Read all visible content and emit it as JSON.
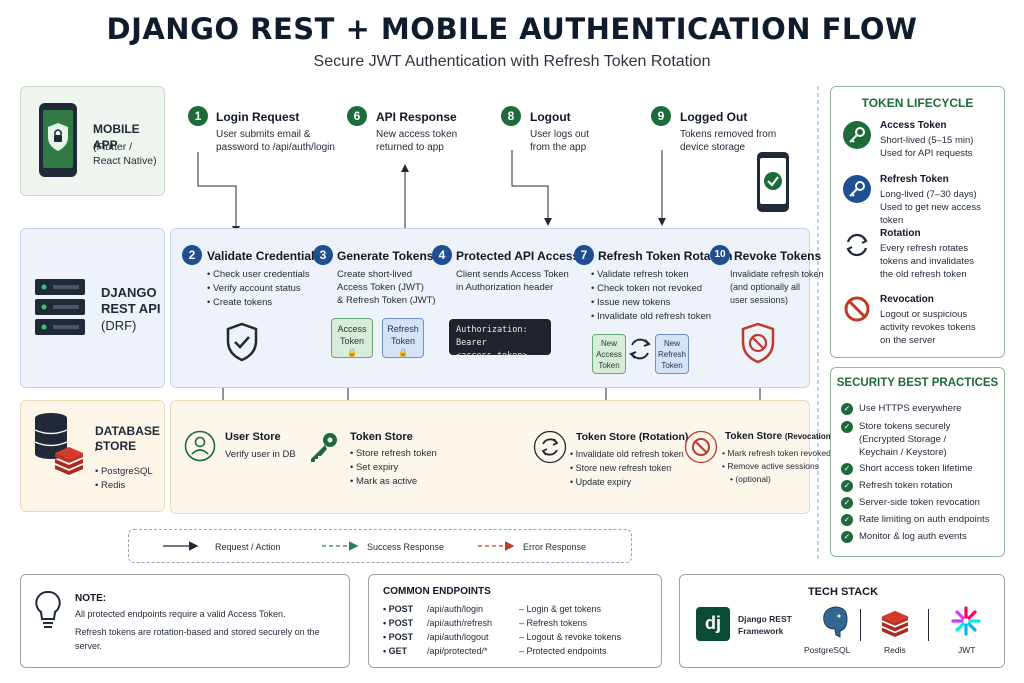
{
  "title": "DJANGO REST + MOBILE AUTHENTICATION FLOW",
  "subtitle": "Secure JWT Authentication with Refresh Token Rotation",
  "lanes": {
    "app": {
      "line1": "MOBILE APP",
      "line2": "(Flutter /",
      "line3": "React Native)"
    },
    "api": {
      "line1": "DJANGO",
      "line2": "REST API",
      "line3": "(DRF)"
    },
    "db": {
      "line1": "DATABASE /",
      "line2": "STORE",
      "items": [
        "PostgreSQL",
        "Redis"
      ]
    }
  },
  "app_steps": [
    {
      "num": "1",
      "title": "Login Request",
      "desc1": "User submits email &",
      "desc2": "password to /api/auth/login"
    },
    {
      "num": "6",
      "title": "API Response",
      "desc1": "New access token",
      "desc2": "returned to app"
    },
    {
      "num": "8",
      "title": "Logout",
      "desc1": "User logs out",
      "desc2": "from the app"
    },
    {
      "num": "9",
      "title": "Logged Out",
      "desc1": "Tokens removed from",
      "desc2": "device storage"
    }
  ],
  "api_steps": [
    {
      "num": "2",
      "title": "Validate Credentials",
      "items": [
        "Check user credentials",
        "Verify account status",
        "Create tokens"
      ]
    },
    {
      "num": "3",
      "title": "Generate Tokens",
      "desc": [
        "Create short-lived",
        "Access Token (JWT)",
        "& Refresh Token (JWT)"
      ],
      "access_box": [
        "Access",
        "Token"
      ],
      "refresh_box": [
        "Refresh",
        "Token"
      ]
    },
    {
      "num": "4",
      "title": "Protected API Access",
      "desc": [
        "Client sends Access Token",
        "in Authorization header"
      ],
      "code1": "Authorization:",
      "code2": "Bearer <access_token>"
    },
    {
      "num": "7",
      "title": "Refresh Token Rotation",
      "items": [
        "Validate refresh token",
        "Check token not revoked",
        "Issue new tokens",
        "Invalidate old refresh token"
      ],
      "new_access": [
        "New",
        "Access",
        "Token"
      ],
      "new_refresh": [
        "New",
        "Refresh",
        "Token"
      ]
    },
    {
      "num": "10",
      "title": "Revoke Tokens",
      "desc": [
        "Invalidate refresh token",
        "(and optionally all",
        "user sessions)"
      ]
    }
  ],
  "db_stores": [
    {
      "title": "User Store",
      "desc": "Verify user in DB"
    },
    {
      "title": "Token Store",
      "items": [
        "Store refresh token",
        "Set expiry",
        "Mark as active"
      ]
    },
    {
      "title": "Token Store (Rotation)",
      "items": [
        "Invalidate old refresh token",
        "Store new refresh token",
        "Update expiry"
      ]
    },
    {
      "title": "Token Store",
      "title_suffix": "(Revocation)",
      "items": [
        "Mark refresh token revoked",
        "Remove active sessions",
        "(optional)"
      ]
    }
  ],
  "lifecycle": {
    "heading": "TOKEN LIFECYCLE",
    "items": [
      {
        "title": "Access Token",
        "lines": [
          "Short-lived (5–15 min)",
          "Used for API requests"
        ],
        "icon": "key-icon"
      },
      {
        "title": "Refresh Token",
        "lines": [
          "Long-lived (7–30 days)",
          "Used to get new access token"
        ],
        "icon": "key-icon"
      },
      {
        "title": "Rotation",
        "lines": [
          "Every refresh rotates",
          "tokens and invalidates",
          "the old refresh token"
        ],
        "icon": "rotate-icon"
      },
      {
        "title": "Revocation",
        "lines": [
          "Logout or suspicious",
          "activity revokes tokens",
          "on the server"
        ],
        "icon": "ban-icon"
      }
    ]
  },
  "best_practices": {
    "heading": "SECURITY BEST PRACTICES",
    "items": [
      [
        "Use HTTPS everywhere"
      ],
      [
        "Store tokens securely",
        "(Encrypted Storage /",
        "Keychain / Keystore)"
      ],
      [
        "Short access token lifetime"
      ],
      [
        "Refresh token rotation"
      ],
      [
        "Server-side token revocation"
      ],
      [
        "Rate limiting on auth endpoints"
      ],
      [
        "Monitor & log auth events"
      ]
    ]
  },
  "legend": {
    "request": "Request / Action",
    "success": "Success Response",
    "error": "Error Response"
  },
  "note": {
    "heading": "NOTE:",
    "line1": "All protected endpoints require a valid Access Token.",
    "line2": "Refresh tokens are rotation-based and stored securely on the server."
  },
  "endpoints": {
    "heading": "COMMON ENDPOINTS",
    "rows": [
      {
        "method": "POST",
        "path": "/api/auth/login",
        "desc": "– Login & get tokens"
      },
      {
        "method": "POST",
        "path": "/api/auth/refresh",
        "desc": "– Refresh tokens"
      },
      {
        "method": "POST",
        "path": "/api/auth/logout",
        "desc": "– Logout & revoke tokens"
      },
      {
        "method": "GET",
        "path": "/api/protected/*",
        "desc": "– Protected endpoints"
      }
    ]
  },
  "tech": {
    "heading": "TECH STACK",
    "django1": "Django REST",
    "django2": "Framework",
    "dj_logo": "dj",
    "postgres": "PostgreSQL",
    "redis": "Redis",
    "jwt": "JWT"
  },
  "colors": {
    "green": "#1e6b3a",
    "blue": "#1d4f91",
    "red": "#c0392b"
  }
}
